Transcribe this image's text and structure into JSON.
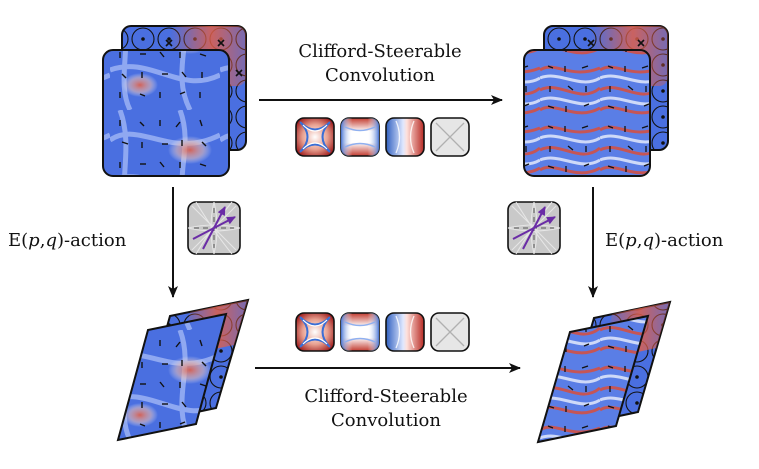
{
  "top_operation": {
    "line1": "Clifford-Steerable",
    "line2": "Convolution"
  },
  "bottom_operation": {
    "line1": "Clifford-Steerable",
    "line2": "Convolution"
  },
  "left_action": {
    "prefix": "E(",
    "p": "p",
    "comma": ",",
    "q": "q",
    "suffix": ")-action"
  },
  "right_action": {
    "prefix": "E(",
    "p": "p",
    "comma": ",",
    "q": "q",
    "suffix": ")-action"
  },
  "kernels": [
    "hyperbolic-x-kernel",
    "saddle-kernel",
    "red-blue-split-kernel",
    "empty-x-kernel"
  ],
  "transform_icons": [
    "lorentz-transform-icon",
    "lorentz-transform-icon"
  ],
  "fields": {
    "input_upright": "input-feature-field",
    "output_upright": "output-feature-field",
    "input_transformed": "transformed-input-field",
    "output_transformed": "transformed-output-field"
  },
  "colors": {
    "field_blue": "#4a6fe0",
    "field_red": "#e0604a",
    "arrow": "#111111",
    "purple": "#6a2ca6",
    "icon_gray": "#c8c8c8"
  }
}
